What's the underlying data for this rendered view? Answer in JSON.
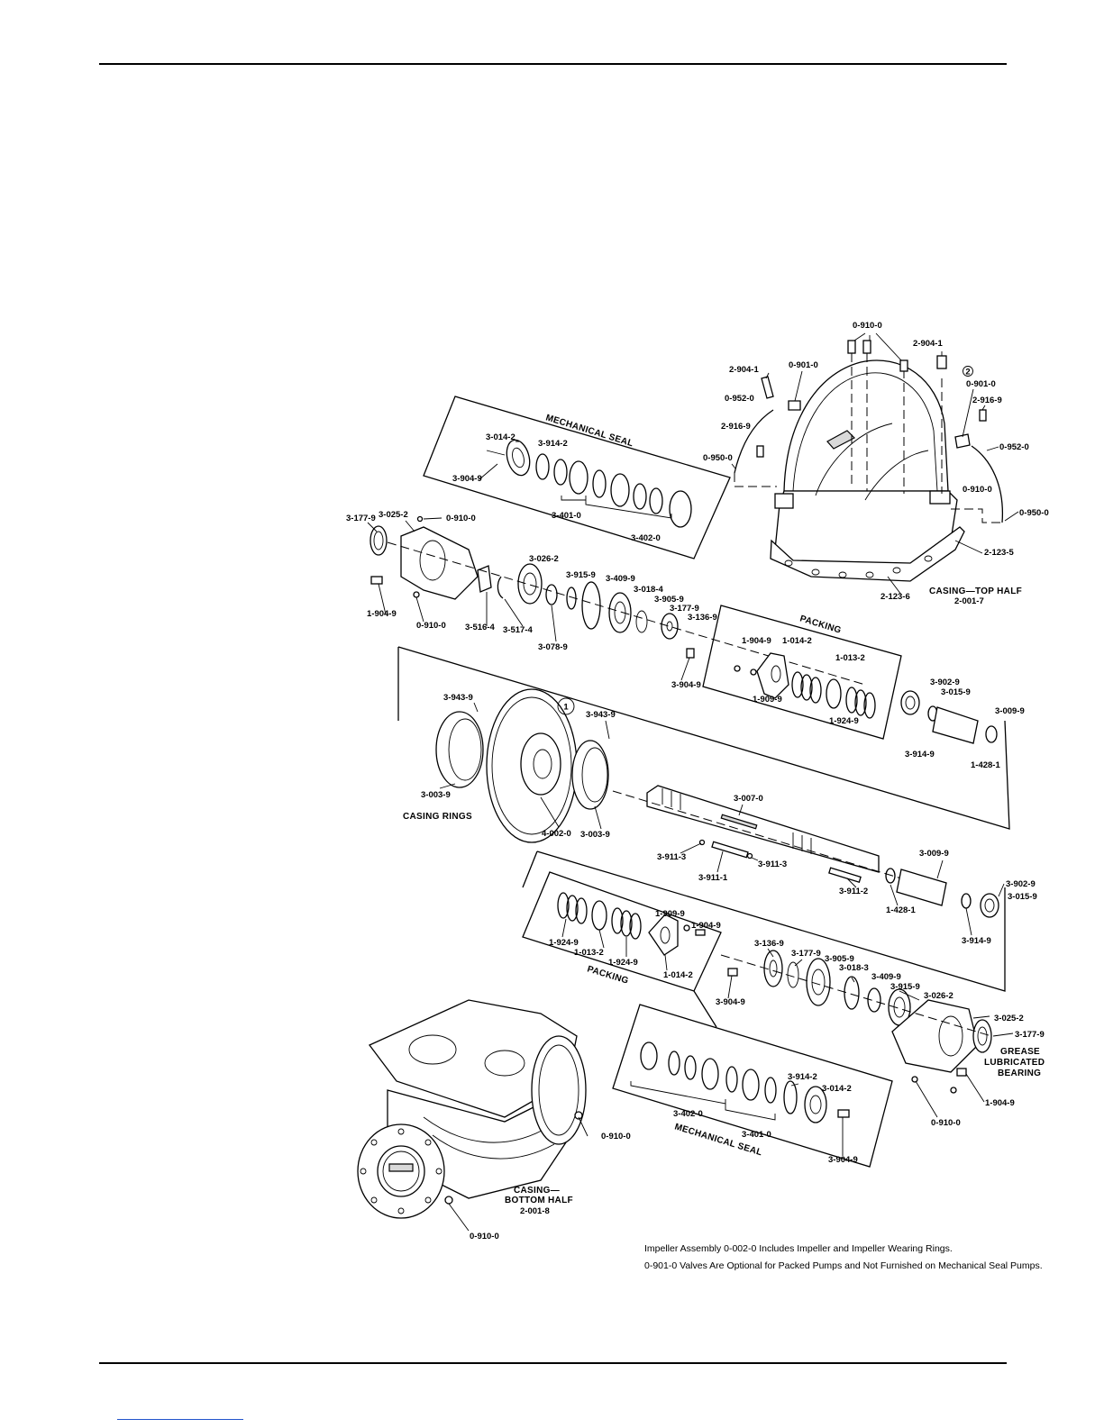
{
  "groups": {
    "mechanical_seal_top": "MECHANICAL SEAL",
    "packing_top": "PACKING",
    "packing_bottom": "PACKING",
    "mechanical_seal_bottom": "MECHANICAL SEAL",
    "casing_rings": "CASING RINGS",
    "casing_top_half": "CASING—TOP HALF",
    "casing_top_half_no": "2-001-7",
    "casing_bottom_half_1": "CASING—",
    "casing_bottom_half_2": "BOTTOM HALF",
    "casing_bottom_half_no": "2-001-8",
    "grease_1": "GREASE",
    "grease_2": "LUBRICATED",
    "grease_3": "BEARING"
  },
  "callouts": {
    "impeller": "1",
    "valve": "2"
  },
  "parts": [
    {
      "id": "p01",
      "label": "0-910-0"
    },
    {
      "id": "p02",
      "label": "2-904-1"
    },
    {
      "id": "p03",
      "label": "2-904-1"
    },
    {
      "id": "p04",
      "label": "0-901-0"
    },
    {
      "id": "p05",
      "label": "0-901-0"
    },
    {
      "id": "p06",
      "label": "0-952-0"
    },
    {
      "id": "p07",
      "label": "2-916-9"
    },
    {
      "id": "p08",
      "label": "2-916-9"
    },
    {
      "id": "p09",
      "label": "0-952-0"
    },
    {
      "id": "p10",
      "label": "0-950-0"
    },
    {
      "id": "p11",
      "label": "0-910-0"
    },
    {
      "id": "p12",
      "label": "0-950-0"
    },
    {
      "id": "p13",
      "label": "2-123-5"
    },
    {
      "id": "p14",
      "label": "2-123-6"
    },
    {
      "id": "p15",
      "label": "3-014-2"
    },
    {
      "id": "p16",
      "label": "3-914-2"
    },
    {
      "id": "p17",
      "label": "3-904-9"
    },
    {
      "id": "p18",
      "label": "3-401-0"
    },
    {
      "id": "p19",
      "label": "3-402-0"
    },
    {
      "id": "p20",
      "label": "3-177-9"
    },
    {
      "id": "p21",
      "label": "3-025-2"
    },
    {
      "id": "p22",
      "label": "0-910-0"
    },
    {
      "id": "p23",
      "label": "3-026-2"
    },
    {
      "id": "p24",
      "label": "3-915-9"
    },
    {
      "id": "p25",
      "label": "3-409-9"
    },
    {
      "id": "p26",
      "label": "3-018-4"
    },
    {
      "id": "p27",
      "label": "3-905-9"
    },
    {
      "id": "p28",
      "label": "3-177-9"
    },
    {
      "id": "p29",
      "label": "3-136-9"
    },
    {
      "id": "p30",
      "label": "1-904-9"
    },
    {
      "id": "p31",
      "label": "0-910-0"
    },
    {
      "id": "p32",
      "label": "3-516-4"
    },
    {
      "id": "p33",
      "label": "3-517-4"
    },
    {
      "id": "p34",
      "label": "3-078-9"
    },
    {
      "id": "p35",
      "label": "3-904-9"
    },
    {
      "id": "p36",
      "label": "1-904-9"
    },
    {
      "id": "p37",
      "label": "1-014-2"
    },
    {
      "id": "p38",
      "label": "1-013-2"
    },
    {
      "id": "p39",
      "label": "1-909-9"
    },
    {
      "id": "p40",
      "label": "1-924-9"
    },
    {
      "id": "p41",
      "label": "3-902-9"
    },
    {
      "id": "p42",
      "label": "3-015-9"
    },
    {
      "id": "p43",
      "label": "3-009-9"
    },
    {
      "id": "p44",
      "label": "3-914-9"
    },
    {
      "id": "p45",
      "label": "1-428-1"
    },
    {
      "id": "p46",
      "label": "3-943-9"
    },
    {
      "id": "p47",
      "label": "3-943-9"
    },
    {
      "id": "p48",
      "label": "3-003-9"
    },
    {
      "id": "p49",
      "label": "4-002-0"
    },
    {
      "id": "p50",
      "label": "3-003-9"
    },
    {
      "id": "p51",
      "label": "3-007-0"
    },
    {
      "id": "p52",
      "label": "3-911-3"
    },
    {
      "id": "p53",
      "label": "3-911-1"
    },
    {
      "id": "p54",
      "label": "3-911-3"
    },
    {
      "id": "p55",
      "label": "3-009-9"
    },
    {
      "id": "p56",
      "label": "3-911-2"
    },
    {
      "id": "p57",
      "label": "1-428-1"
    },
    {
      "id": "p58",
      "label": "3-902-9"
    },
    {
      "id": "p59",
      "label": "3-015-9"
    },
    {
      "id": "p60",
      "label": "3-914-9"
    },
    {
      "id": "p61",
      "label": "1-909-9"
    },
    {
      "id": "p62",
      "label": "1-904-9"
    },
    {
      "id": "p63",
      "label": "1-924-9"
    },
    {
      "id": "p64",
      "label": "1-013-2"
    },
    {
      "id": "p65",
      "label": "1-924-9"
    },
    {
      "id": "p66",
      "label": "1-014-2"
    },
    {
      "id": "p67",
      "label": "3-136-9"
    },
    {
      "id": "p68",
      "label": "3-177-9"
    },
    {
      "id": "p69",
      "label": "3-905-9"
    },
    {
      "id": "p70",
      "label": "3-018-3"
    },
    {
      "id": "p71",
      "label": "3-409-9"
    },
    {
      "id": "p72",
      "label": "3-915-9"
    },
    {
      "id": "p73",
      "label": "3-026-2"
    },
    {
      "id": "p74",
      "label": "3-025-2"
    },
    {
      "id": "p75",
      "label": "3-177-9"
    },
    {
      "id": "p76",
      "label": "3-904-9"
    },
    {
      "id": "p77",
      "label": "3-914-2"
    },
    {
      "id": "p78",
      "label": "3-014-2"
    },
    {
      "id": "p79",
      "label": "3-402-0"
    },
    {
      "id": "p80",
      "label": "3-401-0"
    },
    {
      "id": "p81",
      "label": "3-904-9"
    },
    {
      "id": "p82",
      "label": "1-904-9"
    },
    {
      "id": "p83",
      "label": "0-910-0"
    },
    {
      "id": "p84",
      "label": "0-910-0"
    },
    {
      "id": "p85",
      "label": "0-910-0"
    }
  ],
  "notes": [
    "Impeller Assembly 0-002-0 Includes Impeller and Impeller Wearing Rings.",
    "0-901-0 Valves Are Optional for Packed Pumps and Not Furnished on Mechanical Seal Pumps."
  ]
}
